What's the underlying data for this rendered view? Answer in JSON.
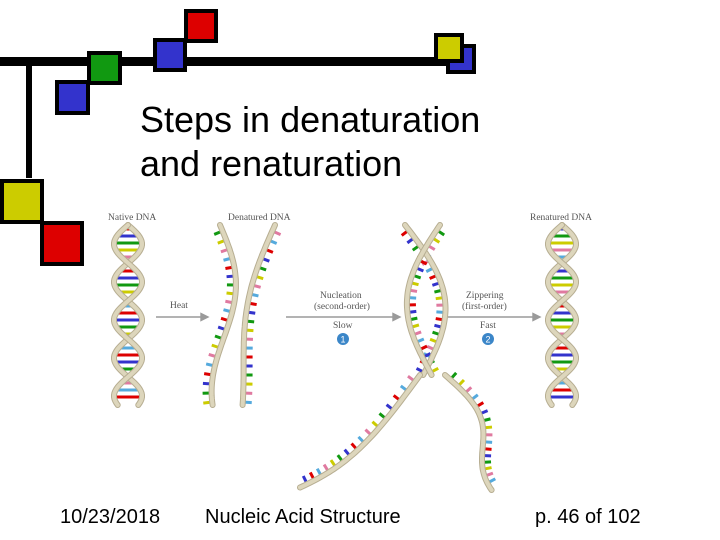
{
  "slide": {
    "title": "Steps in denaturation\nand renaturation",
    "footer_date": "10/23/2018",
    "footer_center": "Nucleic Acid Structure",
    "footer_page": "p. 46 of 102"
  },
  "figure": {
    "labels": {
      "native": "Native DNA",
      "denatured": "Denatured DNA",
      "renatured": "Renatured DNA",
      "heat": "Heat",
      "nucleation": "Nucleation",
      "nucleation_order": "(second-order)",
      "slow": "Slow",
      "step1": "1",
      "zippering": "Zippering",
      "zippering_order": "(first-order)",
      "fast": "Fast",
      "step2": "2"
    }
  },
  "colors": {
    "red": "#dd0000",
    "blue": "#3333cc",
    "green": "#119911",
    "yellow": "#cccc00",
    "backbone": "#ddd6bc",
    "step_circle": "#3b86c8"
  }
}
